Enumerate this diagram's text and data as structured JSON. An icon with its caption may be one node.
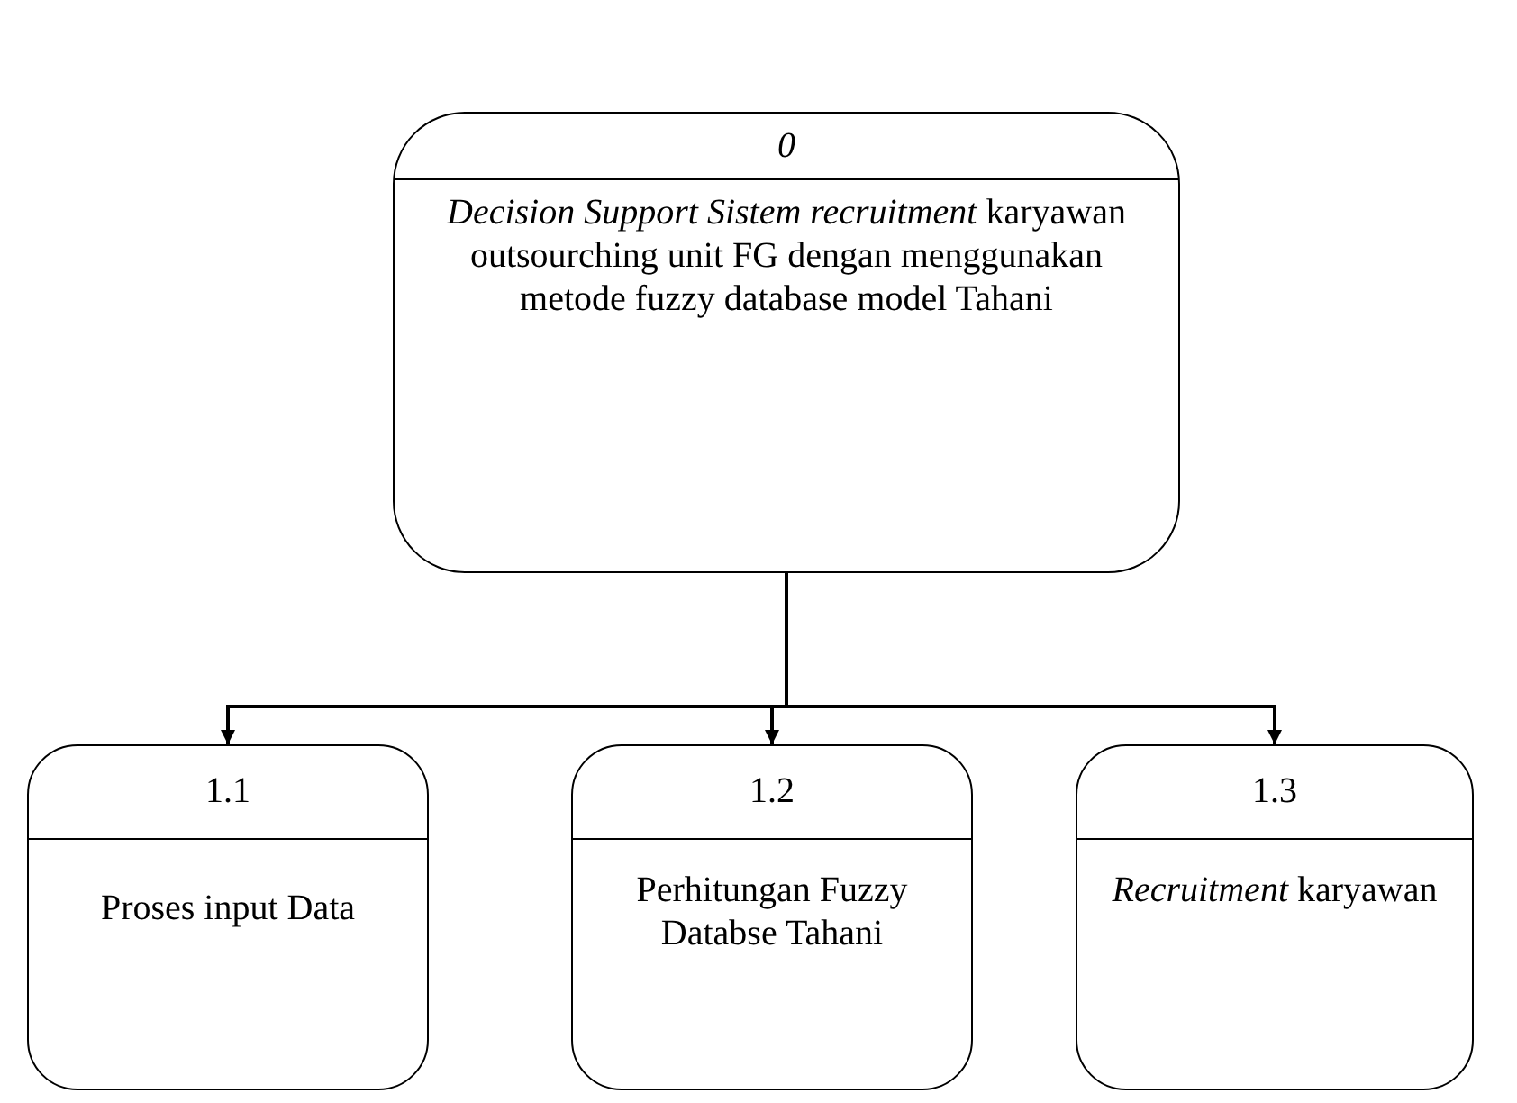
{
  "diagram": {
    "nodes": [
      {
        "text": [
          "0",
          "*Decision Support Sistem recruitment* karyawan outsourching unit FG dengan menggunakan metode fuzzy database model Tahani"
        ]
      },
      {
        "text": [
          "1.1",
          "Proses input Data"
        ]
      },
      {
        "text": [
          "1.2",
          "Perhitungan Fuzzy Databse Tahani"
        ]
      },
      {
        "text": [
          "1.3",
          "*Recruitment* karyawan"
        ]
      }
    ],
    "edges": [
      {
        "from": 0,
        "to": 1,
        "arrow": "to"
      },
      {
        "from": 0,
        "to": 2,
        "arrow": "to"
      },
      {
        "from": 0,
        "to": 3,
        "arrow": "to"
      }
    ]
  }
}
